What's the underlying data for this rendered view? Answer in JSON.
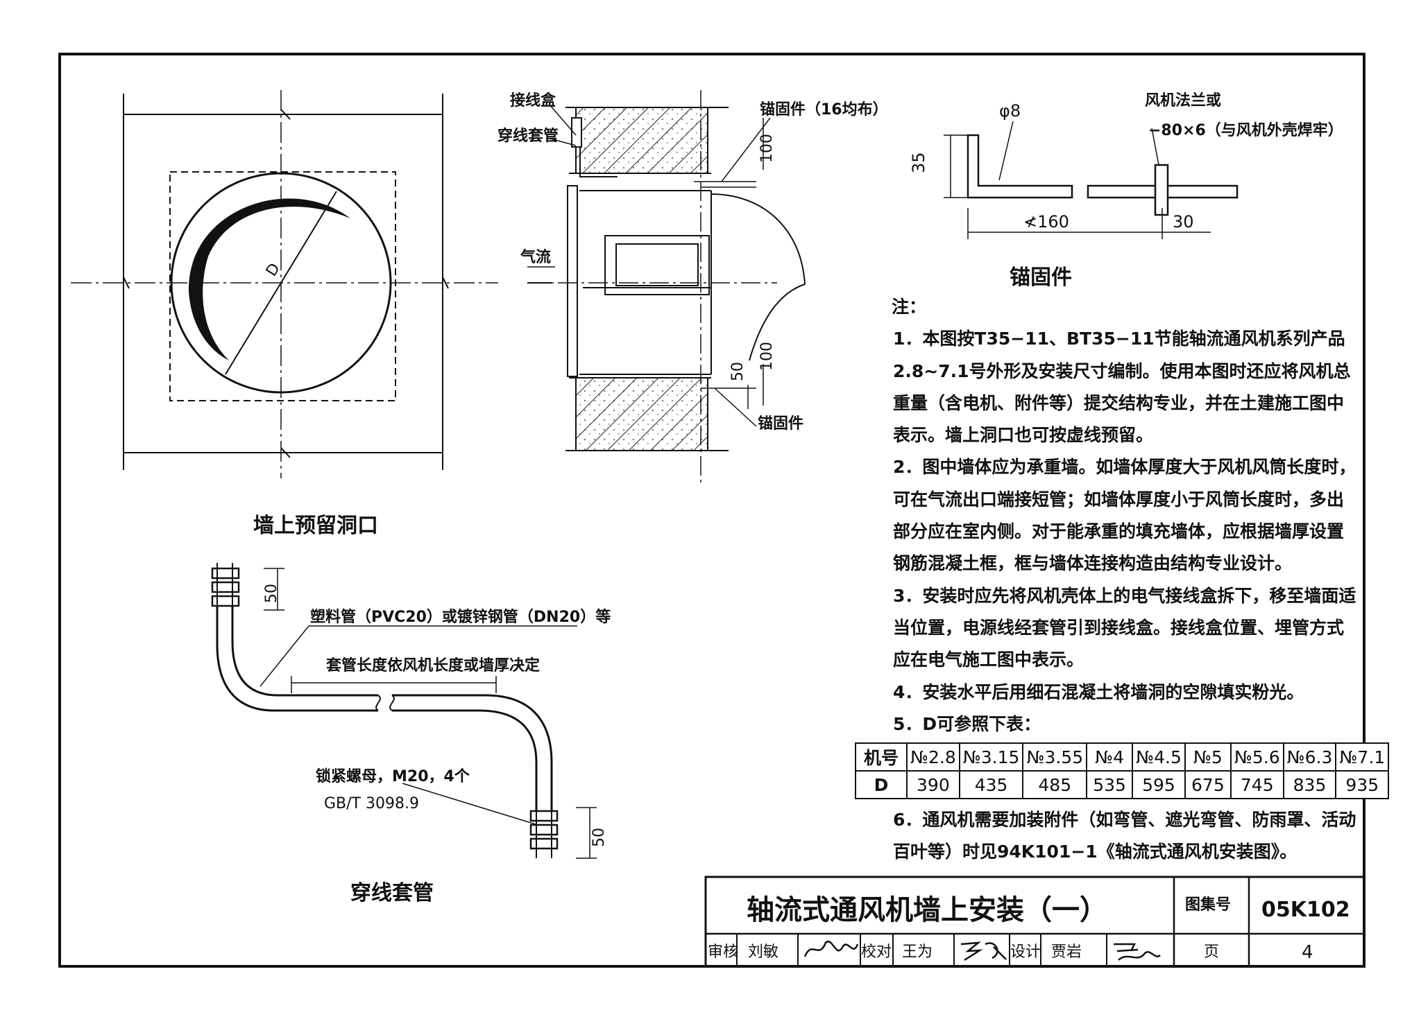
{
  "labels": {
    "view_opening": "墙上预留洞口",
    "view_anchor": "锚固件",
    "view_sleeve": "穿线套管",
    "junction_box": "接线盒",
    "wire_sleeve": "穿线套管",
    "anchor_16": "锚固件（16均布）",
    "anchor": "锚固件",
    "airflow": "气流",
    "diameter": "D",
    "dim_100_top": "100",
    "dim_100_bottom": "100",
    "dim_50_side": "50",
    "dim_phi8": "φ8",
    "dim_35": "35",
    "dim_160": "≮160",
    "dim_30": "30",
    "flange_line1": "风机法兰或",
    "flange_line2": "−80×6（与风机外壳焊牢）",
    "pipe_desc": "塑料管（PVC20）或镀锌钢管（DN20）等",
    "sleeve_length": "套管长度依风机长度或墙厚决定",
    "locknut": "锁紧螺母，M20，4个",
    "locknut_std": "GB/T 3098.9",
    "dim_50_top": "50",
    "dim_50_bottom": "50"
  },
  "notes": {
    "heading": "注：",
    "lines": [
      "1．本图按T35−11、BT35−11节能轴流通风机系列产品",
      "2.8~7.1号外形及安装尺寸编制。使用本图时还应将风机总",
      "重量（含电机、附件等）提交结构专业，并在土建施工图中",
      "表示。墙上洞口也可按虚线预留。",
      "2．图中墙体应为承重墙。如墙体厚度大于风机风筒长度时，",
      "可在气流出口端接短管；如墙体厚度小于风筒长度时，多出",
      "部分应在室内侧。对于能承重的填充墙体，应根据墙厚设置",
      "钢筋混凝土框，框与墙体连接构造由结构专业设计。",
      "3．安装时应先将风机壳体上的电气接线盒拆下，移至墙面适",
      "当位置，电源线经套管引到接线盒。接线盒位置、埋管方式",
      "应在电气施工图中表示。",
      "4．安装水平后用细石混凝土将墙洞的空隙填实粉光。",
      "5．D可参照下表："
    ],
    "line6a": "6．通风机需要加装附件（如弯管、遮光弯管、防雨罩、活动",
    "line6b": "百叶等）时见94K101−1《轴流式通风机安装图》。"
  },
  "table": {
    "row1_header": "机号",
    "row2_header": "D",
    "models": [
      "№2.8",
      "№3.15",
      "№3.55",
      "№4",
      "№4.5",
      "№5",
      "№5.6",
      "№6.3",
      "№7.1"
    ],
    "d_values": [
      "390",
      "435",
      "485",
      "535",
      "595",
      "675",
      "745",
      "835",
      "935"
    ]
  },
  "titleblock": {
    "title": "轴流式通风机墙上安装（一）",
    "atlas_label": "图集号",
    "atlas_no": "05K102",
    "review_label": "审核",
    "review_name": "刘敏",
    "check_label": "校对",
    "check_name": "王为",
    "design_label": "设计",
    "design_name": "贾岩",
    "page_label": "页",
    "page_no": "4"
  }
}
